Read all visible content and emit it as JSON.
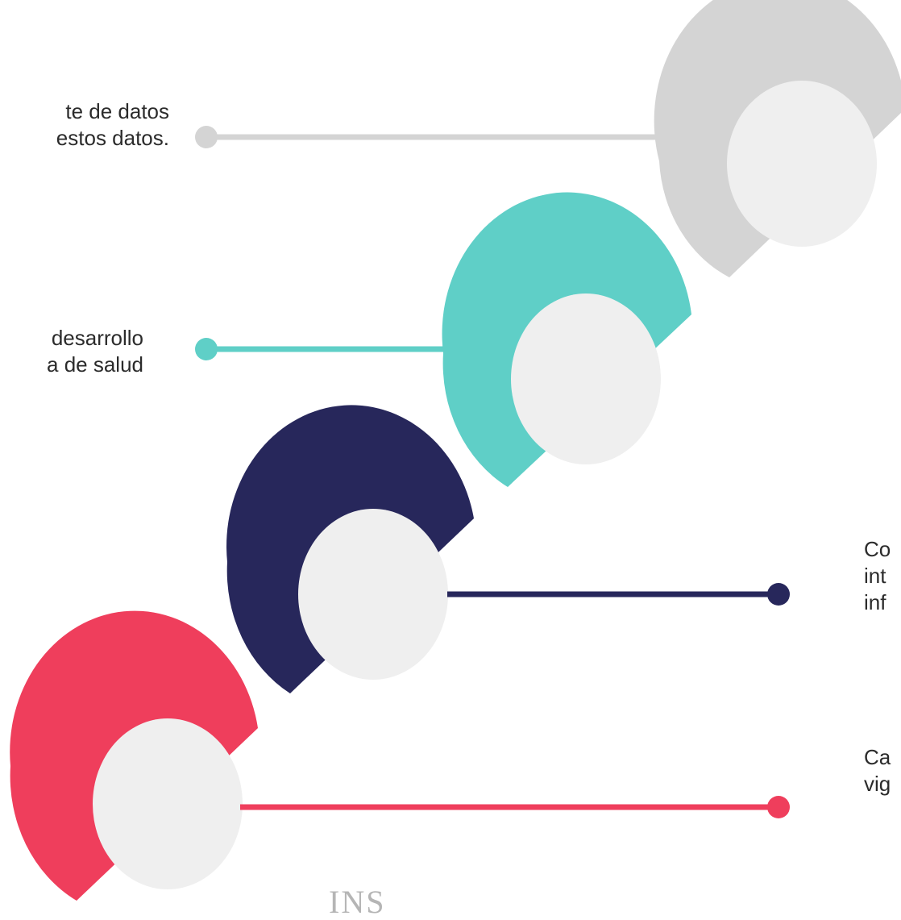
{
  "colors": {
    "gray": "#d4d4d4",
    "teal": "#5fcfc7",
    "navy": "#27275b",
    "red": "#ef3e5c",
    "inner": "#efefef"
  },
  "steps": [
    {
      "color": "gray",
      "lines": [
        "te de datos",
        "estos datos."
      ]
    },
    {
      "color": "teal",
      "lines": [
        "desarrollo",
        "a de salud"
      ]
    },
    {
      "color": "navy",
      "lines": [
        "Co",
        "int",
        "inf"
      ]
    },
    {
      "color": "red",
      "lines": [
        "Ca",
        "vig"
      ]
    }
  ],
  "logo": {
    "text": "INS"
  }
}
